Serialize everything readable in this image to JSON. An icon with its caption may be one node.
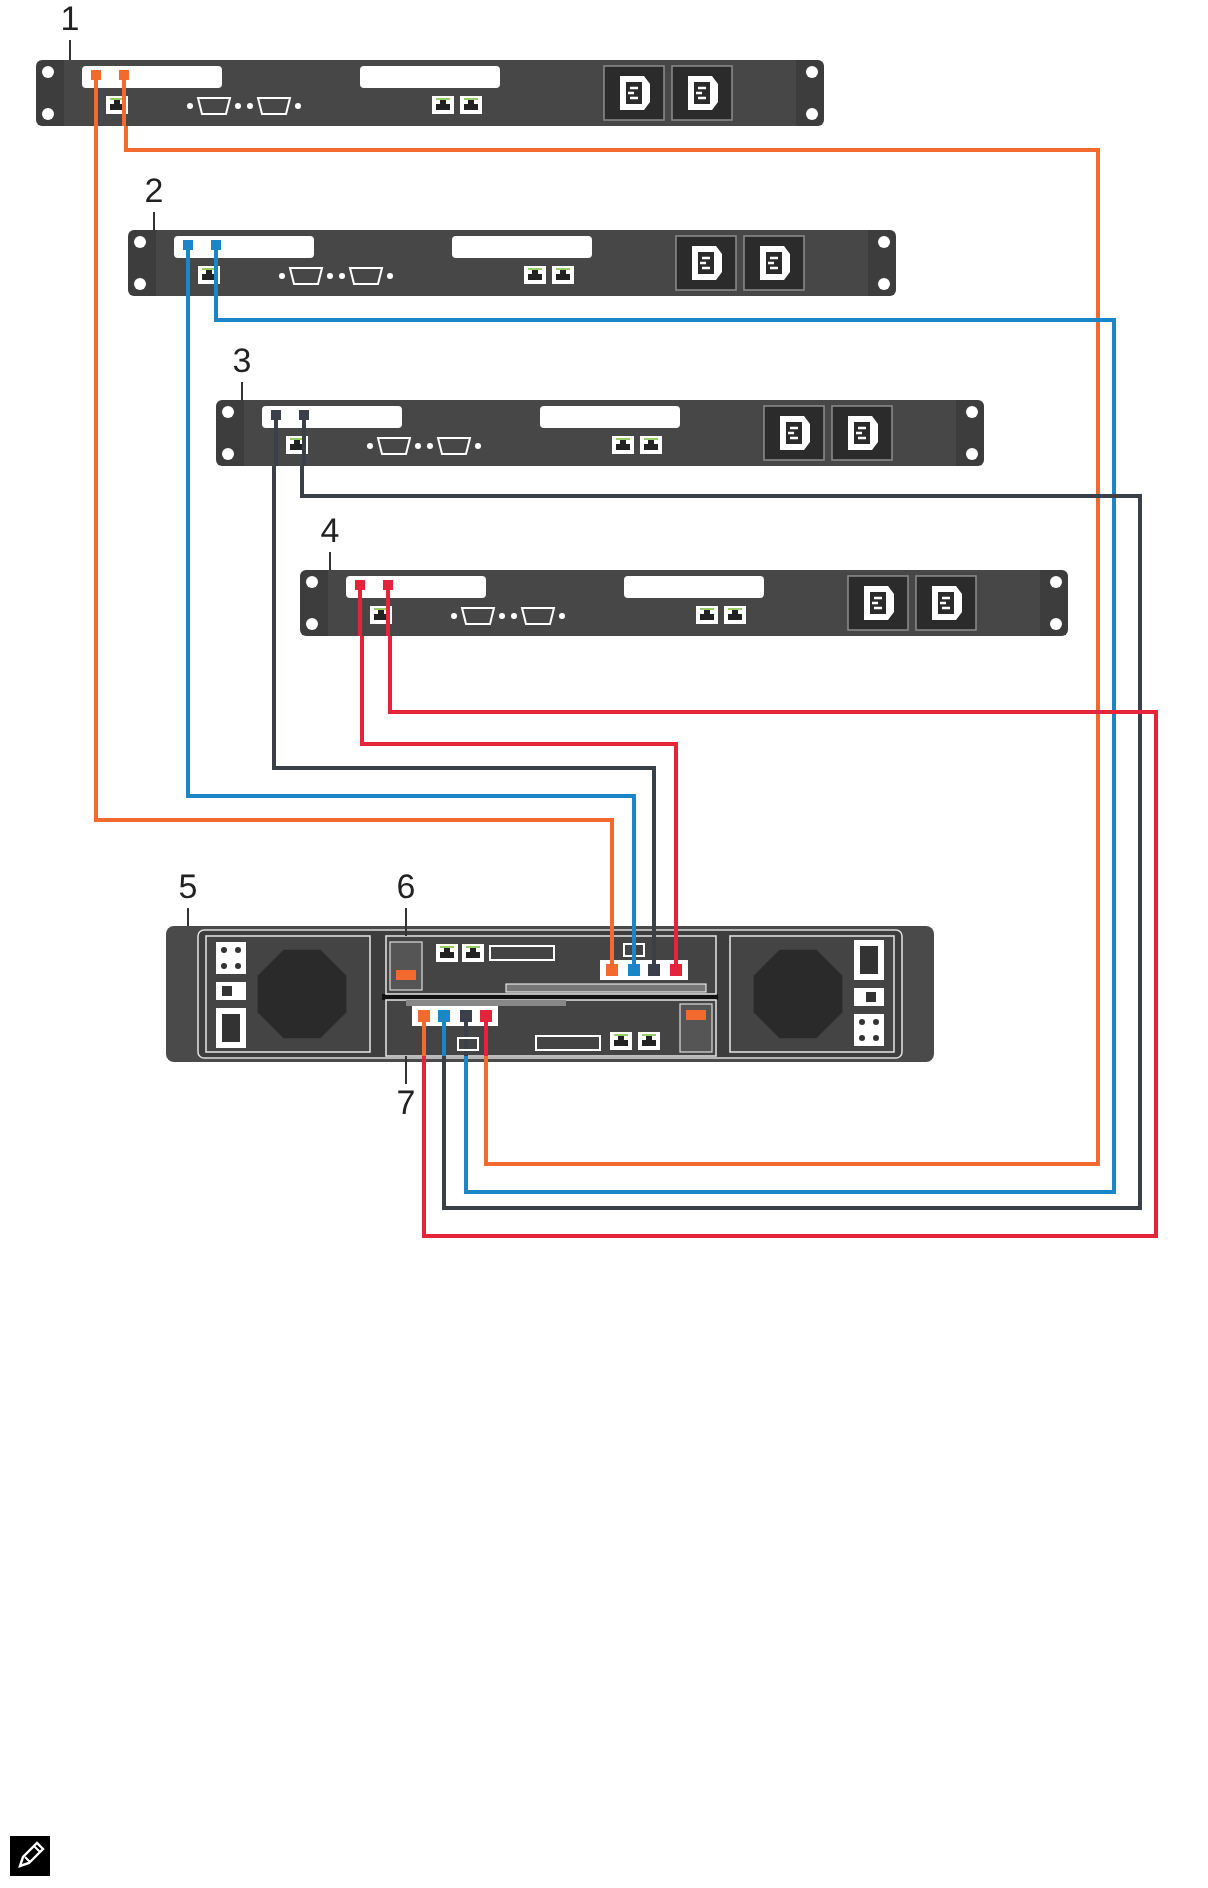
{
  "diagram": {
    "nodes": [
      {
        "text": [
          "1"
        ]
      },
      {
        "text": [],
        "shape": "picture"
      },
      {
        "text": [
          "2"
        ]
      },
      {
        "text": [],
        "shape": "picture"
      },
      {
        "text": [
          "3"
        ]
      },
      {
        "text": [],
        "shape": "picture"
      },
      {
        "text": [
          "4"
        ]
      },
      {
        "text": [],
        "shape": "picture"
      },
      {
        "text": [
          "5"
        ]
      },
      {
        "text": [],
        "shape": "picture"
      },
      {
        "text": [
          "6"
        ]
      },
      {
        "text": [],
        "shape": "picture",
        "in": 9
      },
      {
        "text": [
          "7"
        ]
      },
      {
        "text": [],
        "shape": "picture",
        "in": 9
      }
    ],
    "edges": [
      {
        "from": 0,
        "to": 1,
        "arrow": "none"
      },
      {
        "from": 2,
        "to": 3,
        "arrow": "none"
      },
      {
        "from": 4,
        "to": 5,
        "arrow": "none"
      },
      {
        "from": 6,
        "to": 7,
        "arrow": "none"
      },
      {
        "from": 8,
        "to": 9,
        "arrow": "none"
      },
      {
        "from": 10,
        "to": 11,
        "arrow": "none"
      },
      {
        "from": 12,
        "to": 13,
        "arrow": "none"
      },
      {
        "from": 1,
        "to": 11,
        "arrow": "none",
        "color": "#f26a2e"
      },
      {
        "from": 1,
        "to": 13,
        "arrow": "none",
        "color": "#f26a2e"
      },
      {
        "from": 3,
        "to": 11,
        "arrow": "none",
        "color": "#1a86c8"
      },
      {
        "from": 3,
        "to": 13,
        "arrow": "none",
        "color": "#1a86c8"
      },
      {
        "from": 5,
        "to": 11,
        "arrow": "none",
        "color": "#3a3f4a"
      },
      {
        "from": 5,
        "to": 13,
        "arrow": "none",
        "color": "#3a3f4a"
      },
      {
        "from": 7,
        "to": 11,
        "arrow": "none",
        "color": "#e3243b"
      },
      {
        "from": 7,
        "to": 13,
        "arrow": "none",
        "color": "#e3243b"
      }
    ]
  }
}
